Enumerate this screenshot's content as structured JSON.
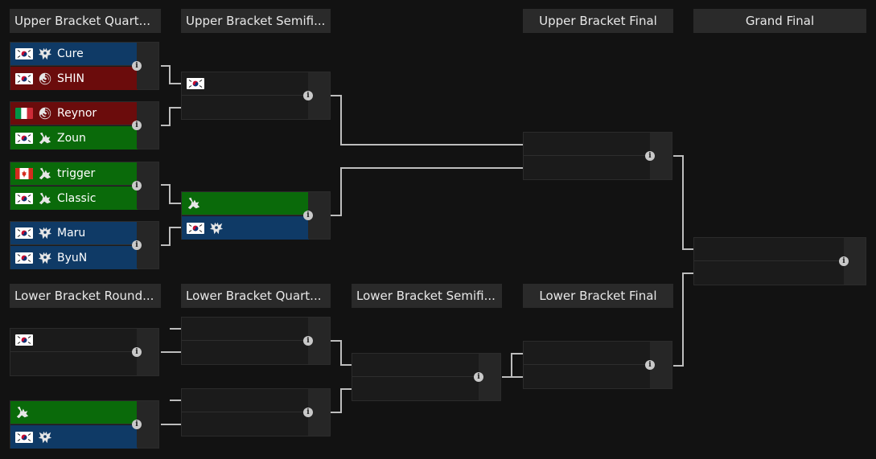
{
  "rounds": [
    {
      "title": "Upper Bracket Quart..."
    },
    {
      "title": "Upper Bracket Semifi..."
    },
    {
      "title": "Upper Bracket Final"
    },
    {
      "title": "Grand Final"
    },
    {
      "title": "Lower Bracket Round..."
    },
    {
      "title": "Lower Bracket Quart..."
    },
    {
      "title": "Lower Bracket Semifi..."
    },
    {
      "title": "Lower Bracket Final"
    }
  ],
  "matches": [
    {
      "id": "ubqf1",
      "p1": {
        "flag": "kr",
        "race": "terran",
        "name": "Cure",
        "color": "blue"
      },
      "p2": {
        "flag": "kr",
        "race": "zerg",
        "name": "SHIN",
        "color": "red"
      }
    },
    {
      "id": "ubqf2",
      "p1": {
        "flag": "it",
        "race": "zerg",
        "name": "Reynor",
        "color": "red"
      },
      "p2": {
        "flag": "kr",
        "race": "protoss",
        "name": "Zoun",
        "color": "green"
      }
    },
    {
      "id": "ubqf3",
      "p1": {
        "flag": "ca",
        "race": "protoss",
        "name": "trigger",
        "color": "green"
      },
      "p2": {
        "flag": "kr",
        "race": "protoss",
        "name": "Classic",
        "color": "green"
      }
    },
    {
      "id": "ubqf4",
      "p1": {
        "flag": "kr",
        "race": "terran",
        "name": "Maru",
        "color": "blue"
      },
      "p2": {
        "flag": "kr",
        "race": "terran",
        "name": "ByuN",
        "color": "blue"
      }
    },
    {
      "id": "ubsf1",
      "p1": {
        "flag": "kr",
        "race": "",
        "name": "",
        "color": "none"
      },
      "p2": {
        "flag": "",
        "race": "",
        "name": "",
        "color": "none"
      }
    },
    {
      "id": "ubsf2",
      "p1": {
        "flag": "",
        "race": "protoss",
        "name": "",
        "color": "green"
      },
      "p2": {
        "flag": "kr",
        "race": "terran",
        "name": "",
        "color": "blue"
      }
    },
    {
      "id": "ubf",
      "p1": {
        "flag": "",
        "race": "",
        "name": "",
        "color": "none"
      },
      "p2": {
        "flag": "",
        "race": "",
        "name": "",
        "color": "none"
      }
    },
    {
      "id": "gf",
      "p1": {
        "flag": "",
        "race": "",
        "name": "",
        "color": "none"
      },
      "p2": {
        "flag": "",
        "race": "",
        "name": "",
        "color": "none"
      }
    },
    {
      "id": "lbr1",
      "p1": {
        "flag": "kr",
        "race": "",
        "name": "",
        "color": "none"
      },
      "p2": {
        "flag": "",
        "race": "",
        "name": "",
        "color": "none"
      }
    },
    {
      "id": "lbr2",
      "p1": {
        "flag": "",
        "race": "protoss",
        "name": "",
        "color": "green"
      },
      "p2": {
        "flag": "kr",
        "race": "terran",
        "name": "",
        "color": "blue"
      }
    },
    {
      "id": "lbqf1",
      "p1": {
        "flag": "",
        "race": "",
        "name": "",
        "color": "none"
      },
      "p2": {
        "flag": "",
        "race": "",
        "name": "",
        "color": "none"
      }
    },
    {
      "id": "lbqf2",
      "p1": {
        "flag": "",
        "race": "",
        "name": "",
        "color": "none"
      },
      "p2": {
        "flag": "",
        "race": "",
        "name": "",
        "color": "none"
      }
    },
    {
      "id": "lbsf",
      "p1": {
        "flag": "",
        "race": "",
        "name": "",
        "color": "none"
      },
      "p2": {
        "flag": "",
        "race": "",
        "name": "",
        "color": "none"
      }
    },
    {
      "id": "lbf",
      "p1": {
        "flag": "",
        "race": "",
        "name": "",
        "color": "none"
      },
      "p2": {
        "flag": "",
        "race": "",
        "name": "",
        "color": "none"
      }
    }
  ],
  "icons": {
    "info": "info-icon",
    "flags": [
      "kr",
      "it",
      "ca"
    ],
    "races": [
      "terran",
      "zerg",
      "protoss"
    ]
  },
  "colors": {
    "background": "#121212",
    "terran": "#0f3a66",
    "zerg": "#6b0c0c",
    "protoss": "#0a6a0a",
    "connector": "#bdbdbd"
  }
}
